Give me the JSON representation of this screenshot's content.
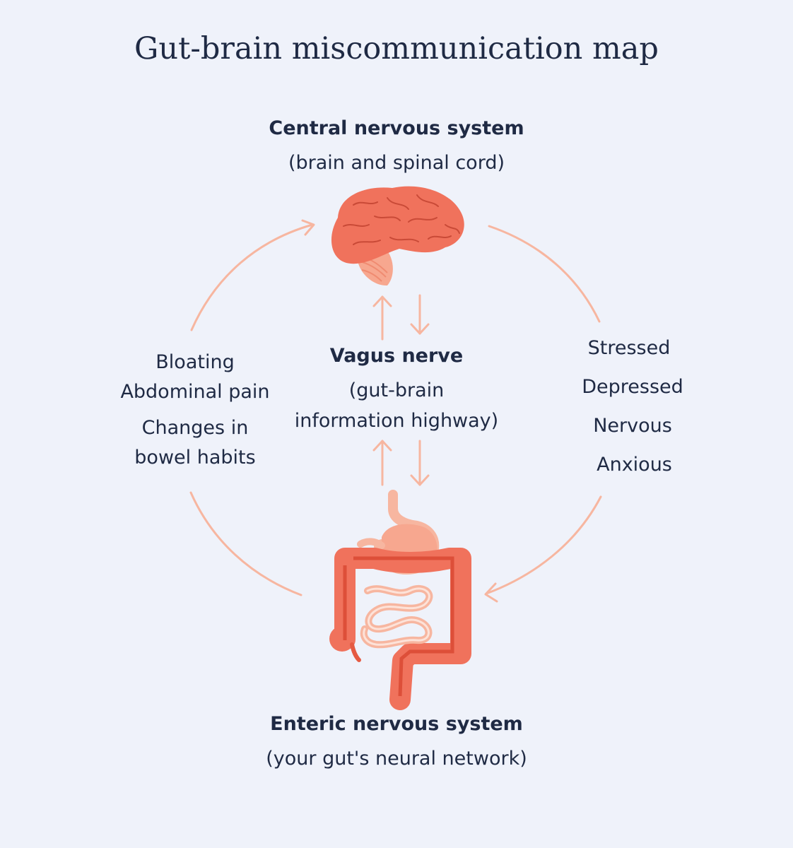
{
  "title": "Gut-brain miscommunication map",
  "cns": {
    "heading": "Central nervous system",
    "sub": "(brain and spinal cord)"
  },
  "vagus": {
    "heading": "Vagus nerve",
    "sub_line1": "(gut-brain",
    "sub_line2": "information highway)"
  },
  "ens": {
    "heading": "Enteric nervous system",
    "sub": "(your gut's neural network)"
  },
  "gut_symptoms": [
    "Bloating",
    "Abdominal pain",
    "Changes in",
    "bowel habits"
  ],
  "emotional_states": [
    "Stressed",
    "Depressed",
    "Nervous",
    "Anxious"
  ],
  "icons": {
    "brain": "brain-icon",
    "digestive": "digestive-system-icon"
  },
  "colors": {
    "background": "#eff2fa",
    "arrow": "#f7b6a0",
    "brain": "#f0725c",
    "organ": "#ef6b55",
    "text": "#1f2a44"
  }
}
